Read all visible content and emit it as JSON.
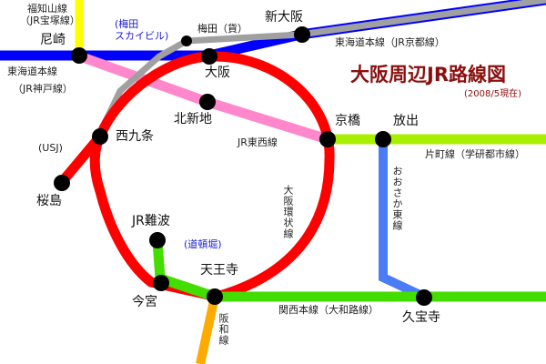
{
  "title": "大阪周辺JR路線図",
  "date_note": "(2008/5現在)",
  "colors": {
    "loop": "#ff0000",
    "tokaido": "#0000ff",
    "tozai": "#ff88cc",
    "fukuchiyama": "#ffff00",
    "umeda_freight": "#a0a0a0",
    "katamachi": "#a8f000",
    "osaka_higashi": "#4a7cf5",
    "kansai_main": "#44dd00",
    "hanwa": "#ffaa00",
    "station": "#000000",
    "title": "#8b0f0f",
    "annotation_blue": "#1a1adc"
  },
  "stations": {
    "amagasaki": "尼崎",
    "umeda_freight": "梅田（貨）",
    "shin_osaka": "新大阪",
    "osaka": "大阪",
    "kitashinchi": "北新地",
    "nishikujo": "西九条",
    "sakurajima": "桜島",
    "kyobashi": "京橋",
    "hanaten": "放出",
    "jr_namba": "JR難波",
    "tennoji": "天王寺",
    "imamiya": "今宮",
    "kyuhoji": "久宝寺"
  },
  "lines": {
    "fukuchiyama": "福知山線",
    "fukuchiyama_alias": "（JR宝塚線）",
    "tokaido_west": "東海道本線",
    "tokaido_west_alias": "（JR神戸線）",
    "tokaido_east": "東海道本線（JR京都線）",
    "tozai": "JR東西線",
    "loop": "大阪環状線",
    "katamachi": "片町線（学研都市線）",
    "osaka_higashi": "おおさか東線",
    "kansai_main": "関西本線（大和路線）",
    "hanwa": "阪和線"
  },
  "annotations": {
    "umeda_sky_1": "(梅田",
    "umeda_sky_2": "スカイビル)",
    "usj": "(USJ)",
    "dotonbori": "(道頓堀)"
  }
}
